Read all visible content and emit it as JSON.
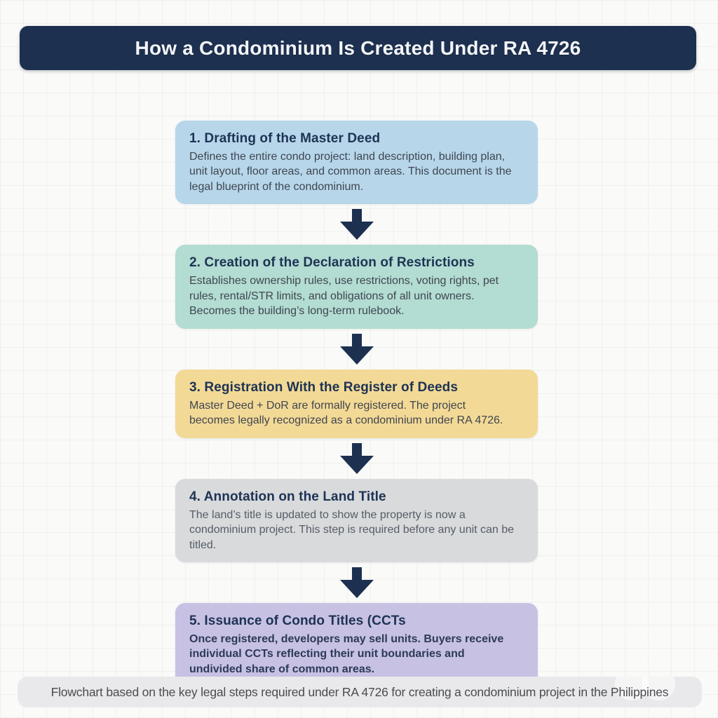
{
  "header": {
    "title": "How a Condominium Is Created Under RA 4726",
    "bg_color": "#1d3050",
    "text_color": "#f3f5f8"
  },
  "steps": [
    {
      "title": "1. Drafting of the Master Deed",
      "body": "Defines the entire condo project: land description, building plan, unit layout, floor areas, and common areas. This document is the legal blueprint of the condominium.",
      "bg_color": "#b7d6ea"
    },
    {
      "title": "2. Creation of the Declaration of Restrictions",
      "body": "Establishes ownership rules, use restrictions, voting rights, pet rules, rental/STR limits, and obligations of all unit owners. Becomes the building’s long-term rulebook.",
      "bg_color": "#b3dcd2"
    },
    {
      "title": "3. Registration With the Register of Deeds",
      "body": "Master Deed + DoR are formally registered. The project becomes legally recognized as a condominium under RA 4726.",
      "bg_color": "#f3d996"
    },
    {
      "title": "4. Annotation on the Land Title",
      "body": "The land’s title is updated to show the property is now a condominium project. This step is required before any unit can be titled.",
      "bg_color": "#d8dadc"
    },
    {
      "title": "5. Issuance of Condo Titles (CCTs",
      "body": "Once registered, developers may sell units. Buyers receive individual CCTs reflecting their unit boundaries and undivided share of common areas.",
      "bg_color": "#c7c1e3"
    }
  ],
  "arrow_color": "#1d3050",
  "footer": {
    "text": "Flowchart based on the key legal steps required under RA 4726 for creating a condominium project in the Philippines",
    "bg_color": "#e9e9eb"
  }
}
